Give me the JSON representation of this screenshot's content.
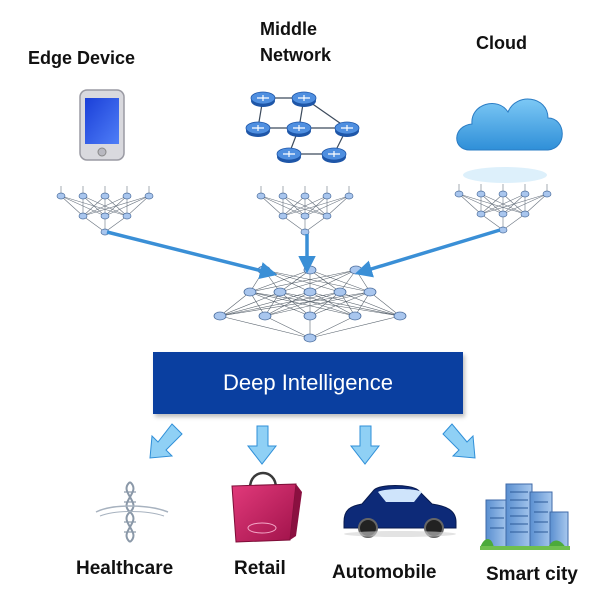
{
  "sources": {
    "edge": "Edge Device",
    "middle_line1": "Middle",
    "middle_line2": "Network",
    "cloud": "Cloud"
  },
  "center": "Deep Intelligence",
  "applications": {
    "healthcare": "Healthcare",
    "retail": "Retail",
    "automobile": "Automobile",
    "smart_city": "Smart city"
  },
  "colors": {
    "banner": "#0a3fa0",
    "arrow": "#3a8fd6",
    "node": "#a9c6ee"
  },
  "icons": [
    "smartphone-icon",
    "router-network-icon",
    "cloud-icon",
    "dna-icon",
    "shopping-bag-icon",
    "car-icon",
    "city-buildings-icon"
  ]
}
